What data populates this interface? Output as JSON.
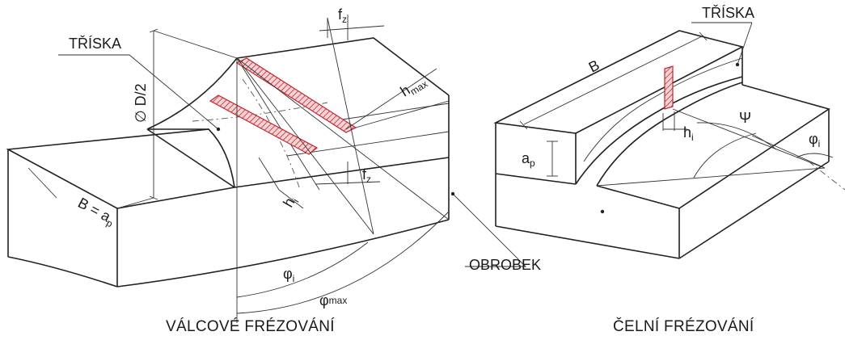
{
  "left_diagram": {
    "label_triska": "TŘÍSKA",
    "label_diameter": "∅ D/2",
    "label_fz_top": "f",
    "label_fz_top_sub": "z",
    "label_hmax": "h",
    "label_hmax_sub": "max",
    "label_B_eq_ap": "B = a",
    "label_B_eq_ap_sub": "p",
    "label_fz_bottom": "f",
    "label_fz_bottom_sub": "z",
    "label_hi": "h",
    "label_hi_sub": "i",
    "label_phi_i": "φ",
    "label_phi_i_sub": "i",
    "label_phi_max": "φ",
    "label_phi_max_sub": "max",
    "label_obrobek": "OBROBEK",
    "caption": "VÁLCOVÉ FRÉZOVÁNÍ"
  },
  "right_diagram": {
    "label_triska": "TŘÍSKA",
    "label_B": "B",
    "label_ap": "a",
    "label_ap_sub": "p",
    "label_hi": "h",
    "label_hi_sub": "i",
    "label_psi": "Ψ",
    "label_phi_i": "φ",
    "label_phi_i_sub": "i",
    "caption": "ČELNÍ FRÉZOVÁNÍ"
  },
  "colors": {
    "line": "#222222",
    "chip_hatch": "#c0262f",
    "background": "#ffffff"
  }
}
